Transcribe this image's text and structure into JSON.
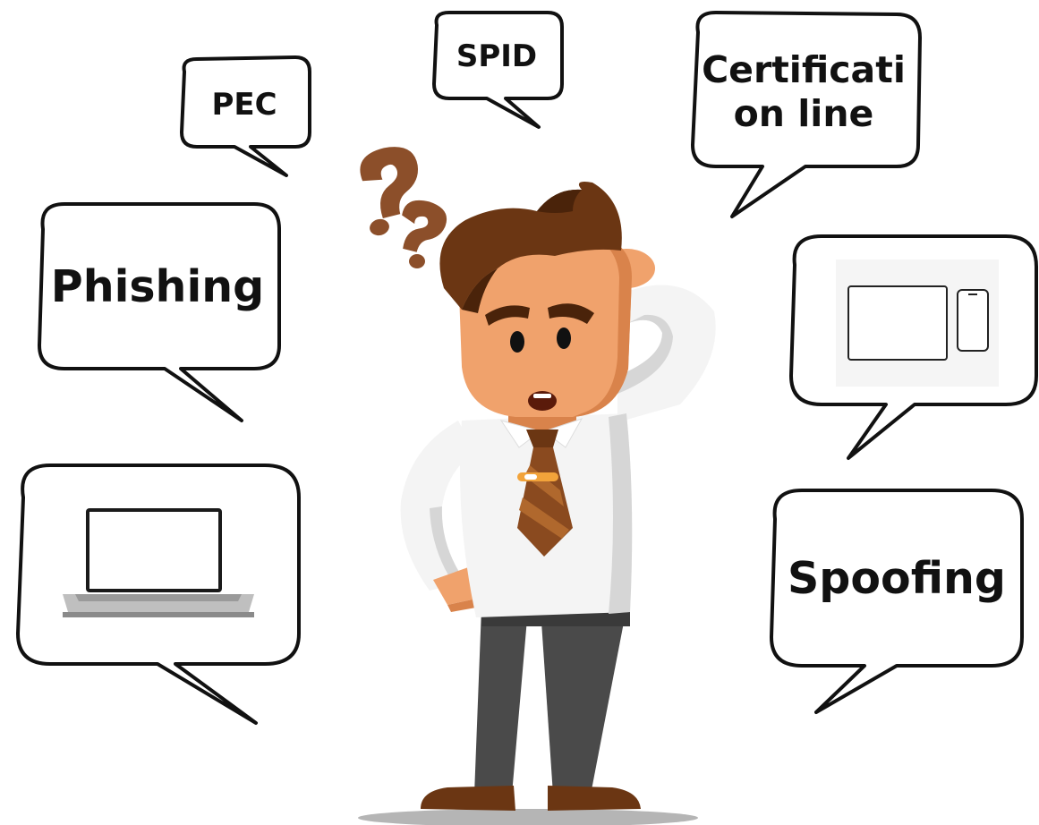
{
  "bubbles": {
    "pec": "PEC",
    "spid": "SPID",
    "certification": "Certificati\non line",
    "phishing": "Phishing",
    "spoofing": "Spoofing"
  },
  "icons": {
    "question_marks": "question-mark-icon",
    "laptop": "laptop-icon",
    "tablet_phone": "tablet-phone-icon"
  },
  "colors": {
    "skin": "#F0A26C",
    "skin_shadow": "#D9834B",
    "hair": "#6B3613",
    "hair_dark": "#4A230A",
    "shirt": "#F4F4F4",
    "shirt_shadow": "#D6D6D6",
    "tie": "#8A4A1F",
    "tie_stripe": "#B0682D",
    "pants": "#4A4A4A",
    "shoes": "#6B3613",
    "question": "#8C4F2A",
    "bubble_outline": "#111111",
    "bubble_shadow": "#6E6E6E"
  }
}
